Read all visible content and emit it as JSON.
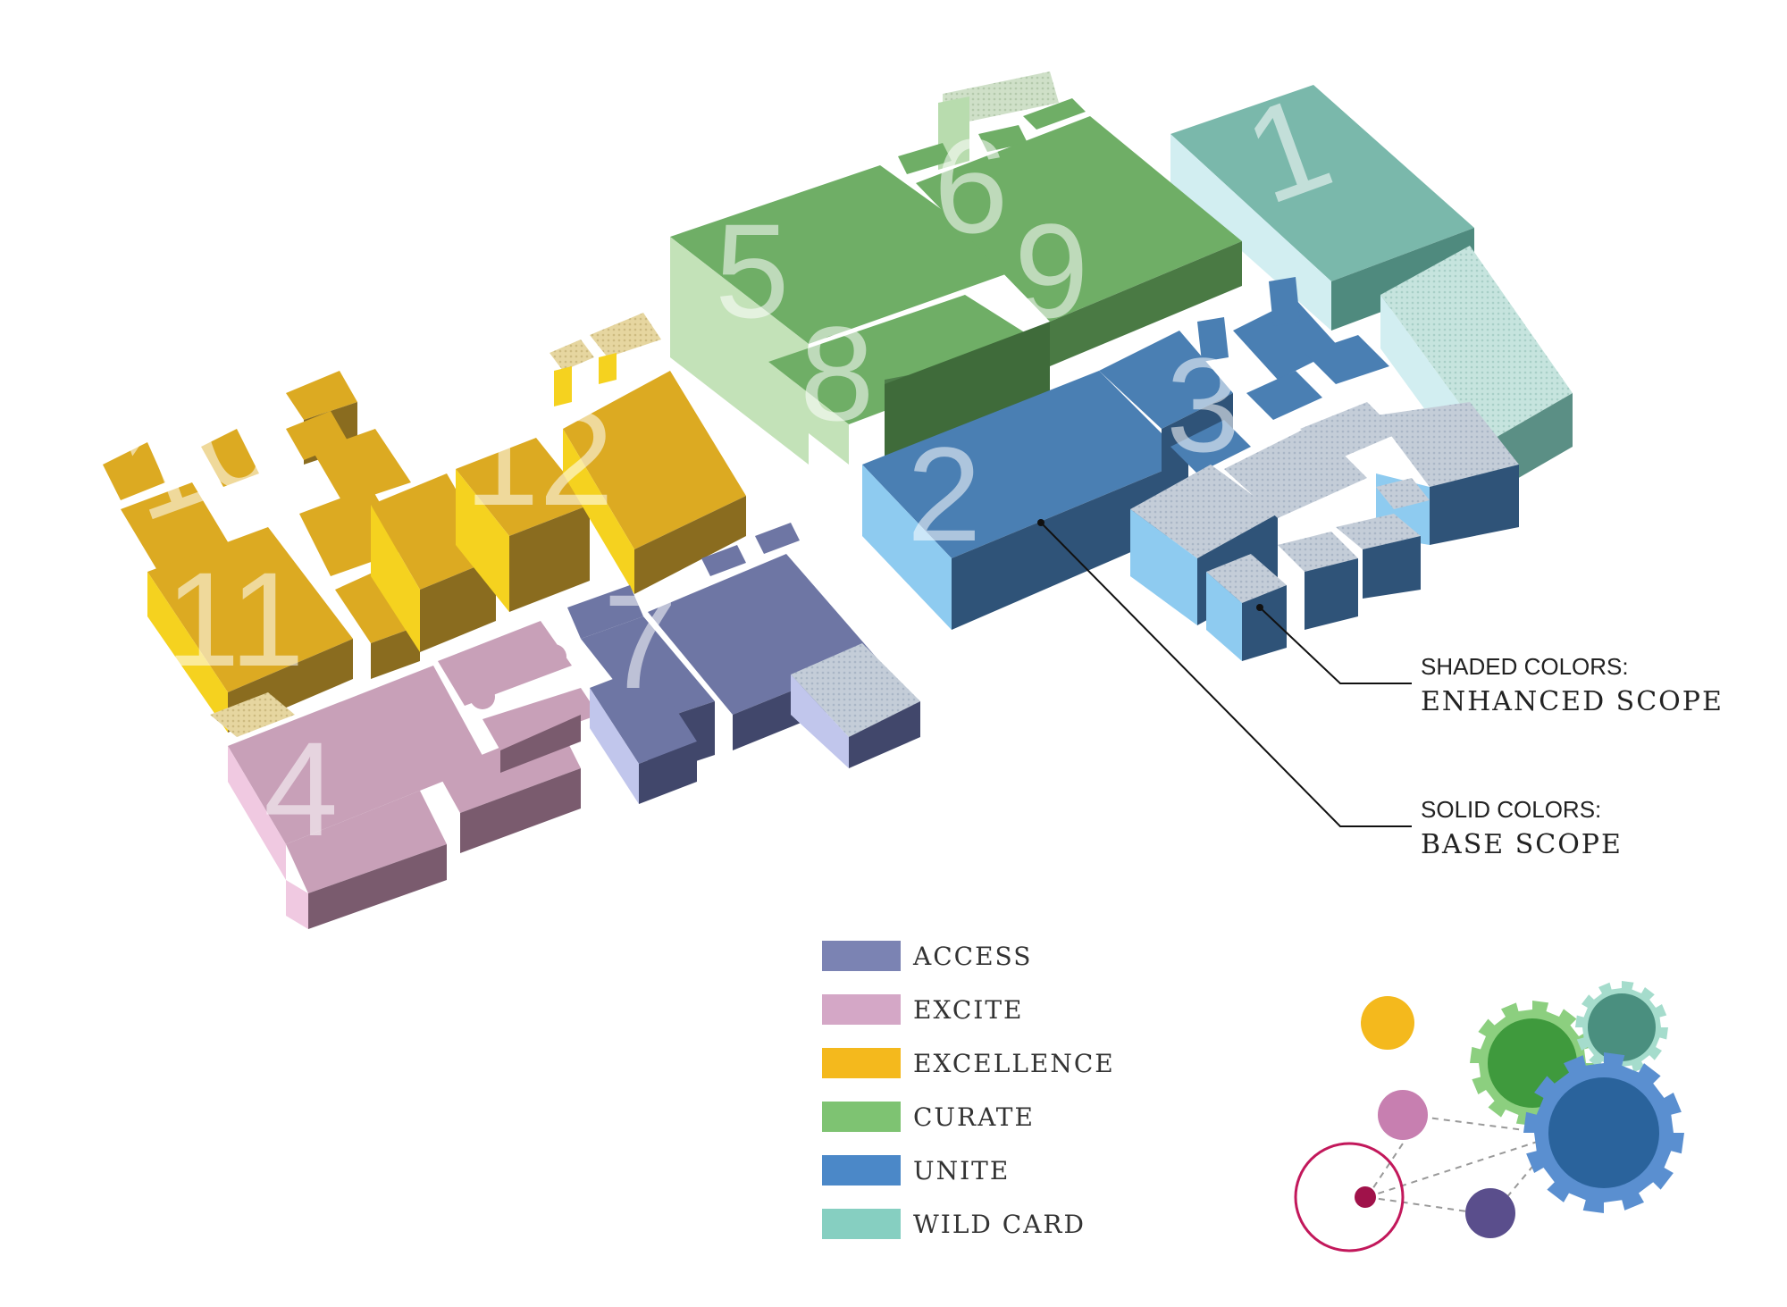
{
  "zone_numbers": [
    "1",
    "2",
    "3",
    "4",
    "5",
    "6",
    "7",
    "8",
    "9",
    "10",
    "11",
    "12"
  ],
  "annotations": {
    "shaded": {
      "line1": "SHADED COLORS:",
      "line2": "ENHANCED SCOPE"
    },
    "solid": {
      "line1": "SOLID COLORS:",
      "line2": "BASE SCOPE"
    }
  },
  "legend": [
    {
      "label": "ACCESS",
      "color": "#7b83b3"
    },
    {
      "label": "EXCITE",
      "color": "#d4a7c6"
    },
    {
      "label": "EXCELLENCE",
      "color": "#f4b91d"
    },
    {
      "label": "CURATE",
      "color": "#7ec372"
    },
    {
      "label": "UNITE",
      "color": "#4b88c8"
    },
    {
      "label": "WILD CARD",
      "color": "#86cfc1"
    }
  ],
  "colors": {
    "access": "#6e76a4",
    "excite": "#c8a0b8",
    "excellence": "#dcaa22",
    "curate": "#6fae66",
    "unite": "#4a7fb3",
    "wildcard": "#7ab8ab",
    "shaded": "#b9c5d3"
  }
}
